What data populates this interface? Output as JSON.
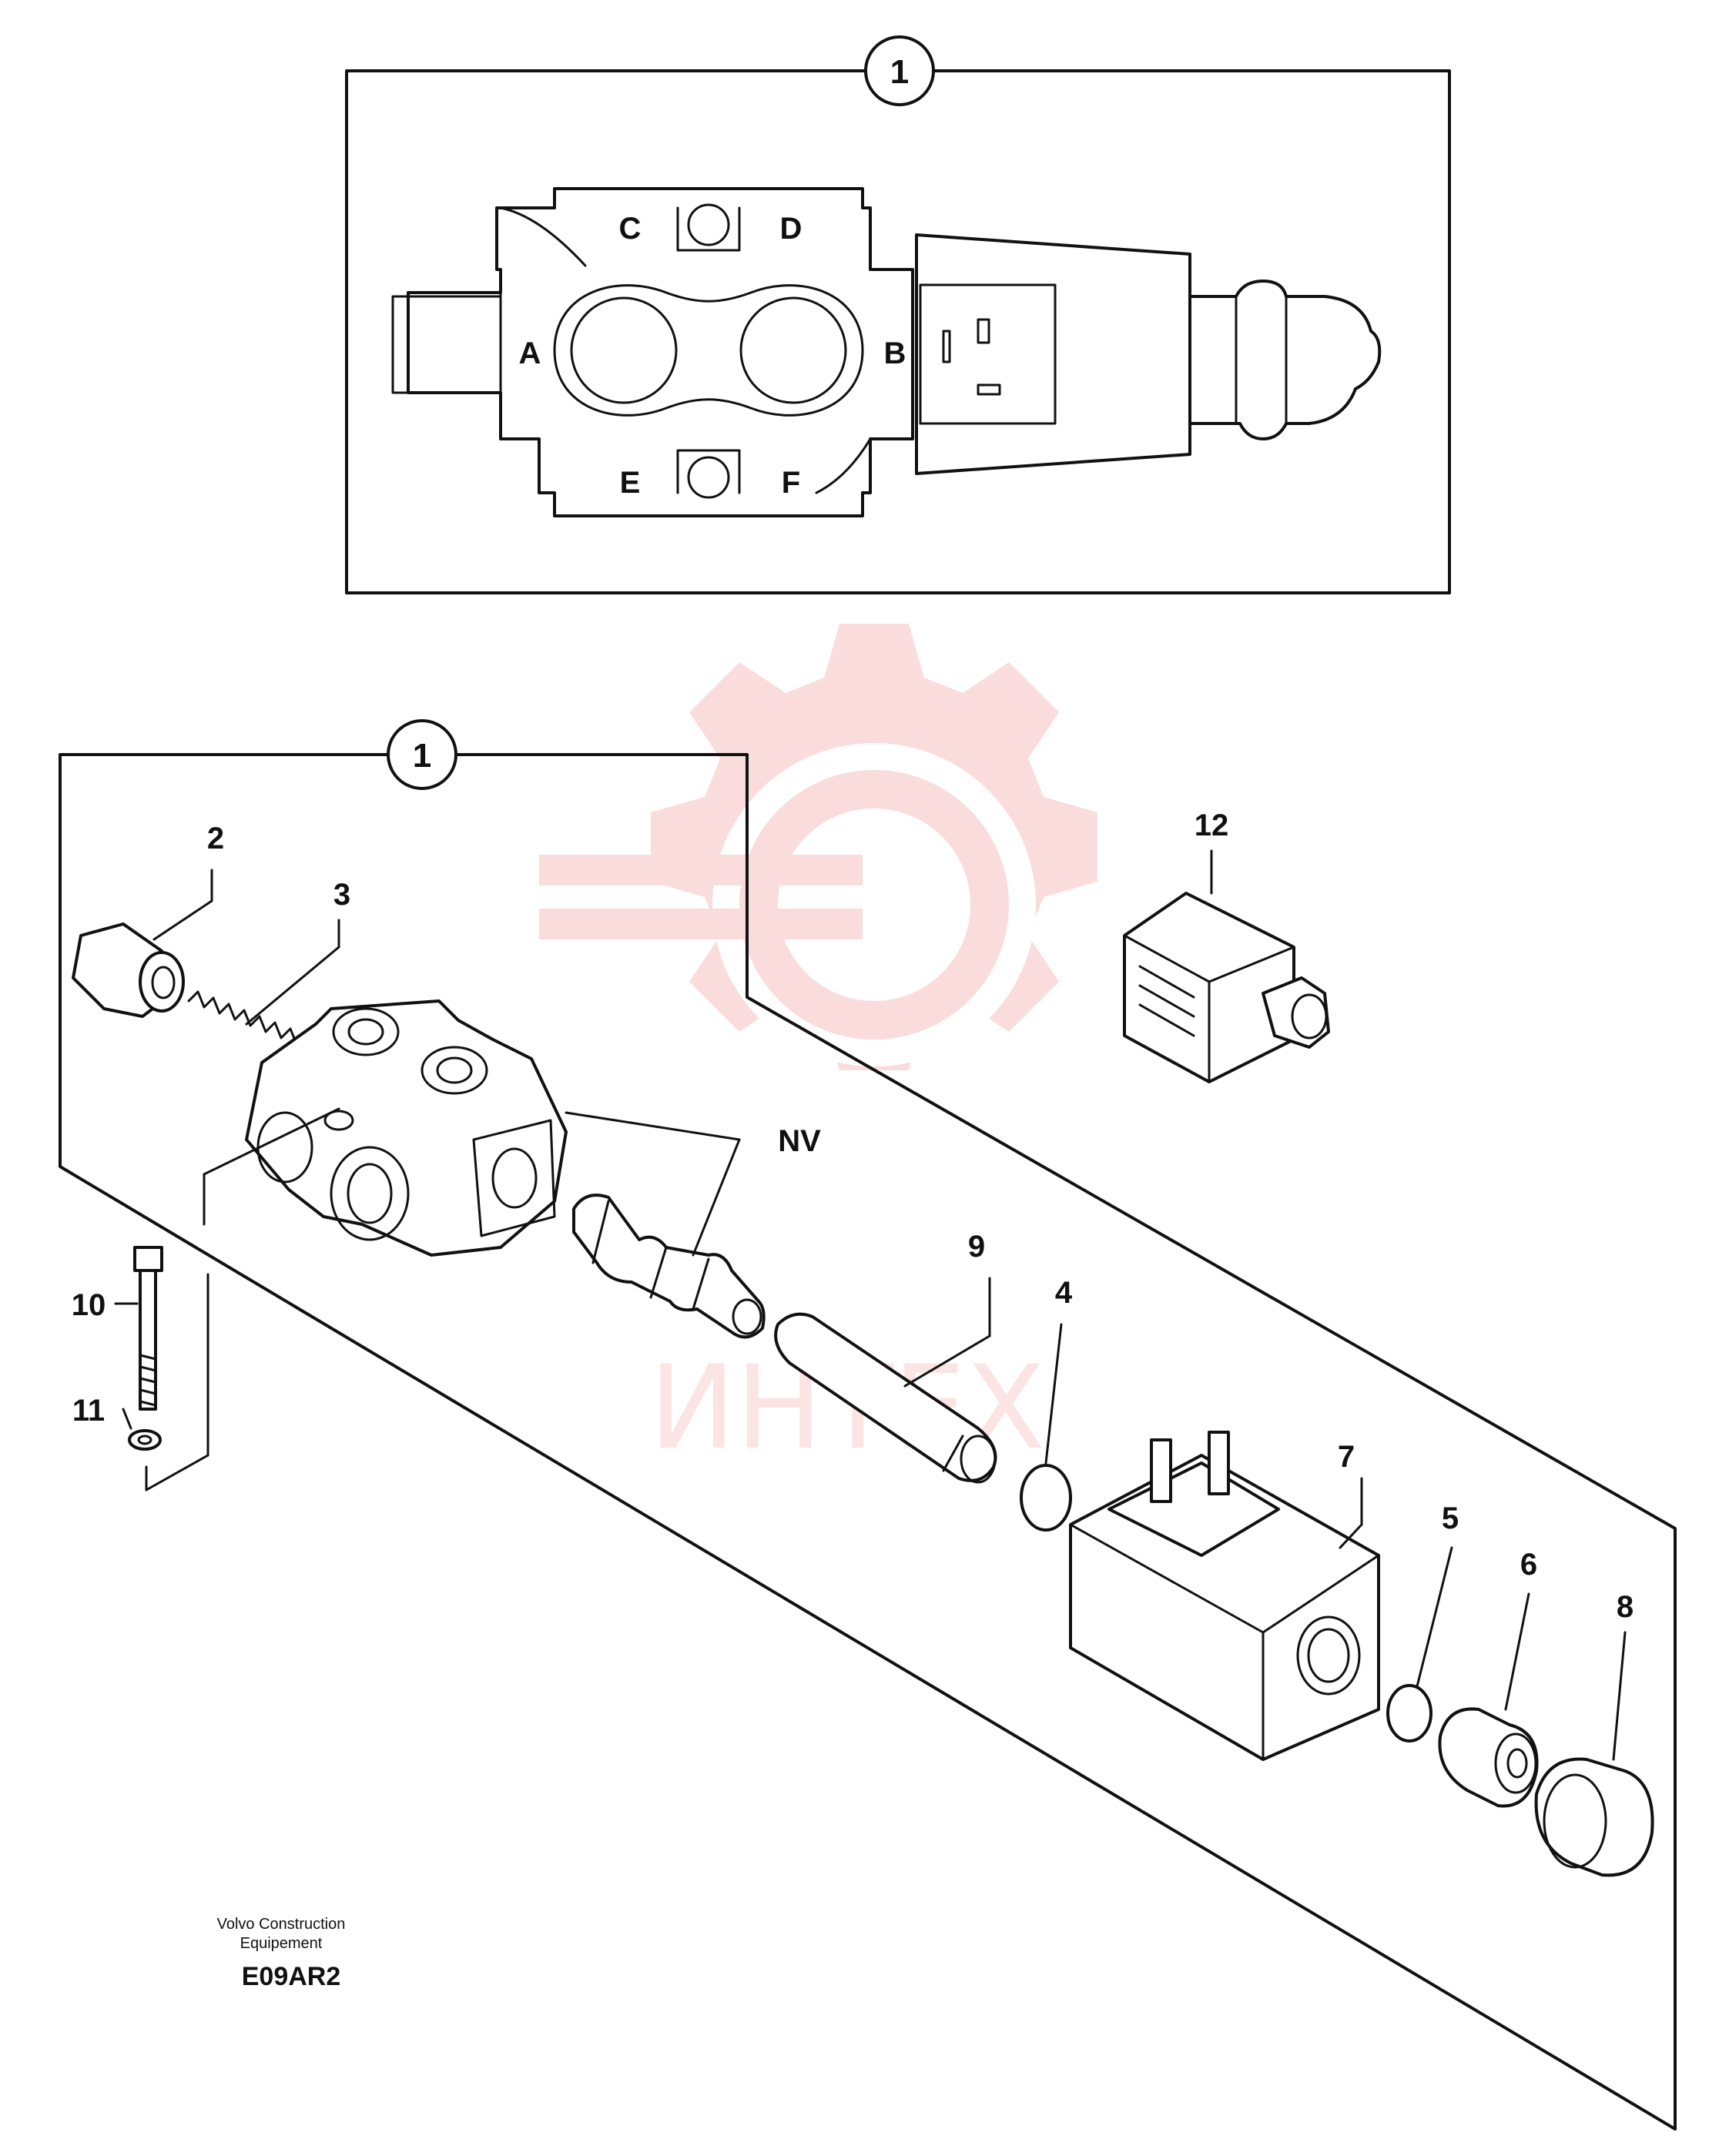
{
  "top_view": {
    "callout": "1",
    "port_labels": [
      "A",
      "B",
      "C",
      "D",
      "E",
      "F"
    ]
  },
  "exploded_view": {
    "callout": "1",
    "part_labels": [
      "2",
      "3",
      "4",
      "5",
      "6",
      "7",
      "8",
      "9",
      "10",
      "11",
      "12"
    ],
    "nv_label": "NV"
  },
  "watermark": {
    "text": "ИНТЕХ",
    "color": "#e8434a"
  },
  "footer": {
    "brand_line1": "Volvo Construction",
    "brand_line2": "Equipement",
    "code": "E09AR2"
  }
}
